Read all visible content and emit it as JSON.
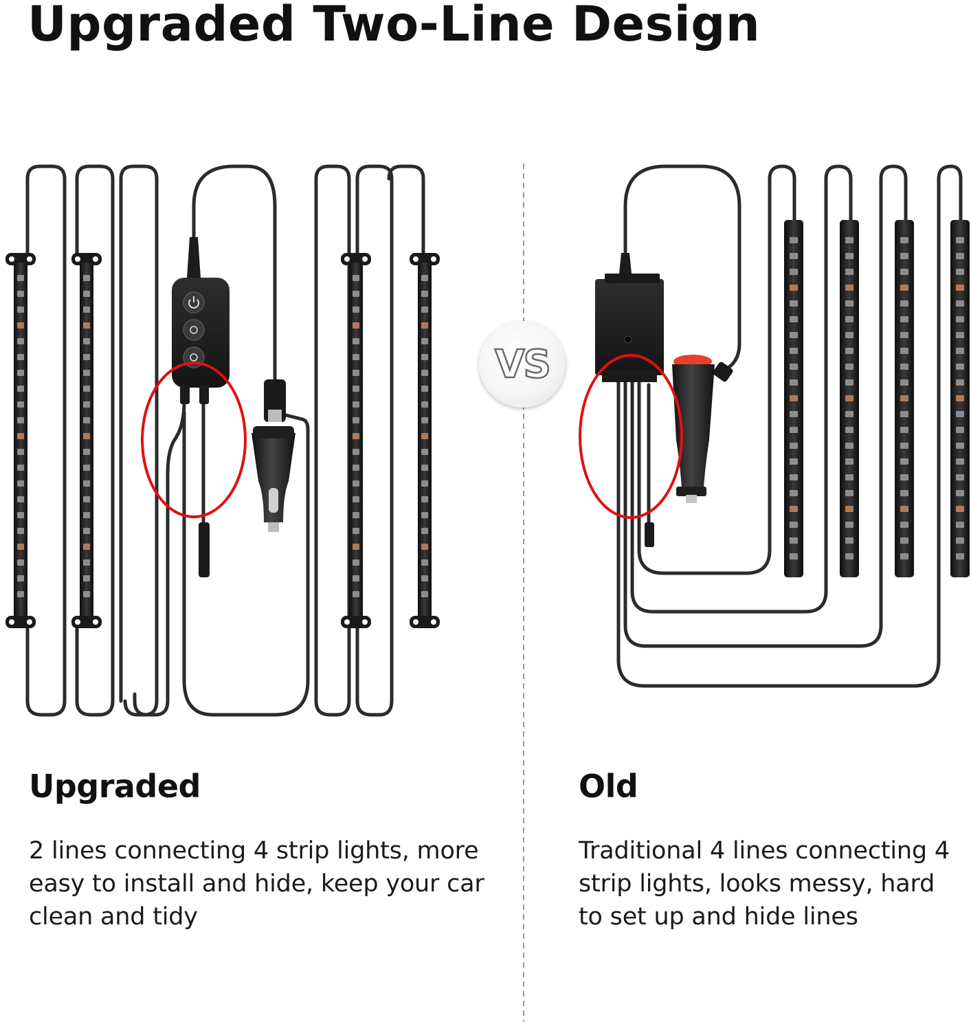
{
  "title": "Upgraded Two-Line Design",
  "badge": {
    "label": "VS"
  },
  "left": {
    "heading": "Upgraded",
    "description": "2 lines connecting 4 strip lights, more easy to install and hide, keep your car clean and tidy"
  },
  "right": {
    "heading": "Old",
    "description": "Traditional 4 lines connecting 4 strip lights, looks messy, hard to set up and hide lines"
  },
  "colors": {
    "highlight_ring": "#e01010",
    "cable": "#2b2b2b",
    "divider": "#9a9a9a",
    "plug_button": "#e8402a"
  }
}
